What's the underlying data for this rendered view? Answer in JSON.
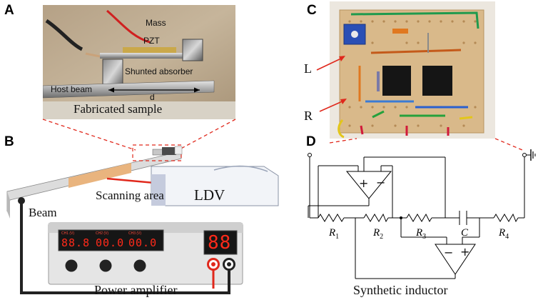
{
  "panels": {
    "A": {
      "letter": "A",
      "labels": {
        "pzt": "PZT",
        "mass": "Mass",
        "absorber": "Shunted absorber",
        "host_beam": "Host beam",
        "d": "d"
      },
      "caption": "Fabricated sample"
    },
    "B": {
      "letter": "B",
      "labels": {
        "scanning_area": "Scanning area",
        "ldv": "LDV",
        "beam": "Beam"
      },
      "amplifier": {
        "caption": "Power amplifier",
        "channels": [
          {
            "label": "CH1 (V)",
            "value": "88.8"
          },
          {
            "label": "CH2 (V)",
            "value": "00.0"
          },
          {
            "label": "CH3 (V)",
            "value": "00.0"
          }
        ],
        "big_display": "88"
      }
    },
    "C": {
      "letter": "C",
      "labels": {
        "left": "L",
        "right": "R"
      }
    },
    "D": {
      "letter": "D",
      "caption": "Synthetic inductor",
      "components": {
        "r1": "1",
        "r2": "2",
        "r3": "3",
        "r4": "4",
        "c": "C",
        "resistor_symbol": "R"
      },
      "opamp_signs": {
        "plus": "+",
        "minus": "−"
      }
    }
  },
  "colors": {
    "guide_red": "#e0281c",
    "display_red": "#ff2a1a",
    "tape_orange": "#e9b47e",
    "board_tan": "#d9b98a"
  }
}
